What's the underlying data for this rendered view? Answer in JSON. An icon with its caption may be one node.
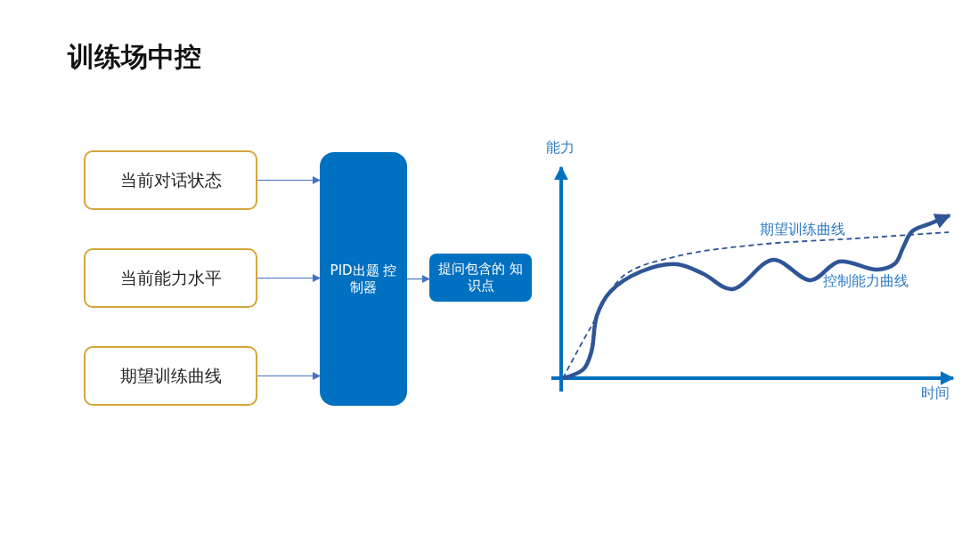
{
  "diagram": {
    "title": "训练场中控",
    "nodes": [
      {
        "text": [
          "当前对话状态"
        ]
      },
      {
        "text": [
          "当前能力水平"
        ]
      },
      {
        "text": [
          "期望训练曲线"
        ]
      },
      {
        "text": [
          "PID出题 控制器"
        ]
      },
      {
        "text": [
          "提问包含的 知识点"
        ]
      }
    ],
    "edges": [
      {
        "from": 0,
        "to": 3,
        "arrow": "to"
      },
      {
        "from": 1,
        "to": 3,
        "arrow": "to"
      },
      {
        "from": 2,
        "to": 3,
        "arrow": "to"
      },
      {
        "from": 3,
        "to": 4,
        "arrow": "to"
      }
    ],
    "labels": [
      "能力",
      "期望训练曲线",
      "控制能力曲线",
      "时间"
    ]
  }
}
